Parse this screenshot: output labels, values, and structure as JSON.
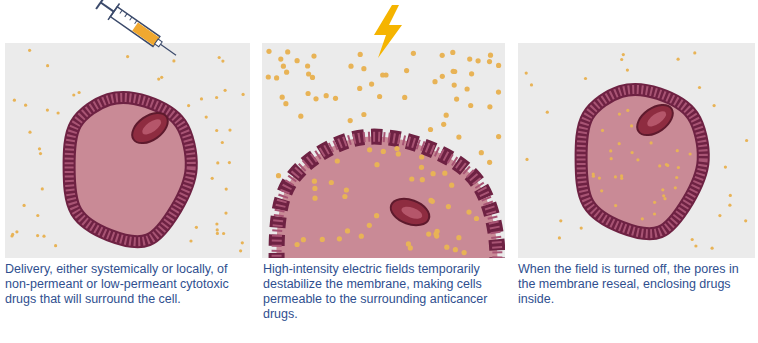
{
  "diagram": {
    "labels": [
      "Delivery, either systemically or locally, of non-permeant or low-permeant cytotoxic drugs that will surround the cell.",
      "High-intensity electric fields temporarily destabilize the membrane, making cells permeable to the surrounding anticancer drugs.",
      "When the field is turned off, the pores in the membrane reseal, enclosing drugs inside."
    ]
  }
}
